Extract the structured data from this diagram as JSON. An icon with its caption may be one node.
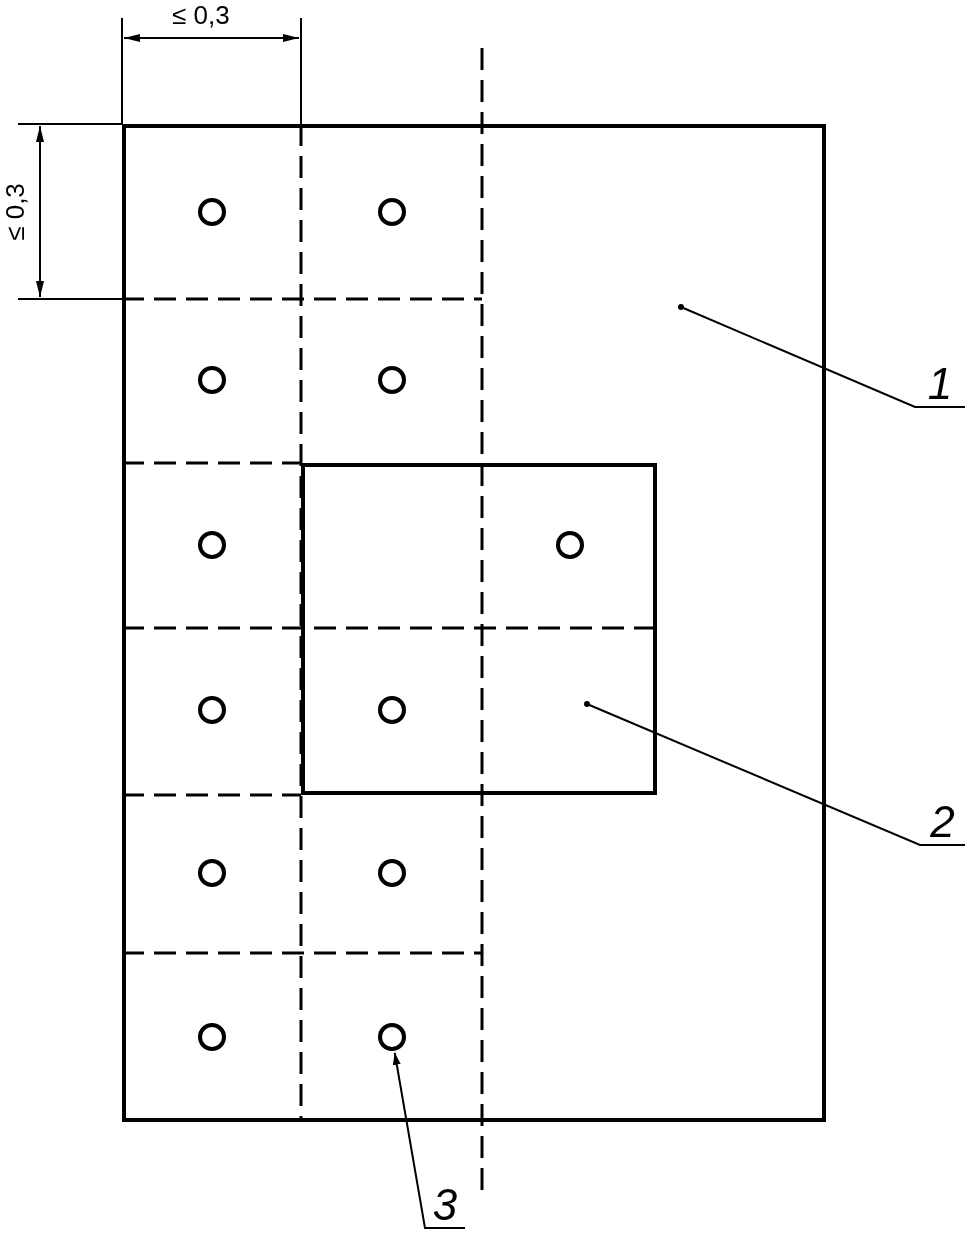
{
  "diagram": {
    "nodes": [
      {
        "text": [],
        "shape": "box"
      },
      {
        "text": [],
        "shape": "box",
        "in": 0
      },
      {
        "text": [],
        "shape": "circle",
        "in": 0
      },
      {
        "text": [],
        "shape": "circle",
        "in": 0
      },
      {
        "text": [],
        "shape": "circle",
        "in": 0
      },
      {
        "text": [],
        "shape": "circle",
        "in": 0
      },
      {
        "text": [],
        "shape": "circle",
        "in": 0
      },
      {
        "text": [],
        "shape": "circle",
        "in": 1
      },
      {
        "text": [],
        "shape": "circle",
        "in": 0
      },
      {
        "text": [],
        "shape": "circle",
        "in": 1
      },
      {
        "text": [],
        "shape": "circle",
        "in": 0
      },
      {
        "text": [],
        "shape": "circle",
        "in": 0
      },
      {
        "text": [],
        "shape": "circle",
        "in": 0
      },
      {
        "text": [],
        "shape": "circle",
        "in": 0
      },
      {
        "text": [
          "1"
        ]
      },
      {
        "text": [
          "2"
        ]
      },
      {
        "text": [
          "3"
        ]
      }
    ],
    "edges": [
      {
        "from": 14,
        "to": 0,
        "arrow": "other"
      },
      {
        "from": 15,
        "to": 1,
        "arrow": "other"
      },
      {
        "from": 16,
        "to": 13,
        "arrow": "to"
      }
    ],
    "labels": [
      "≤ 0,3",
      "≤ 0,3"
    ]
  }
}
